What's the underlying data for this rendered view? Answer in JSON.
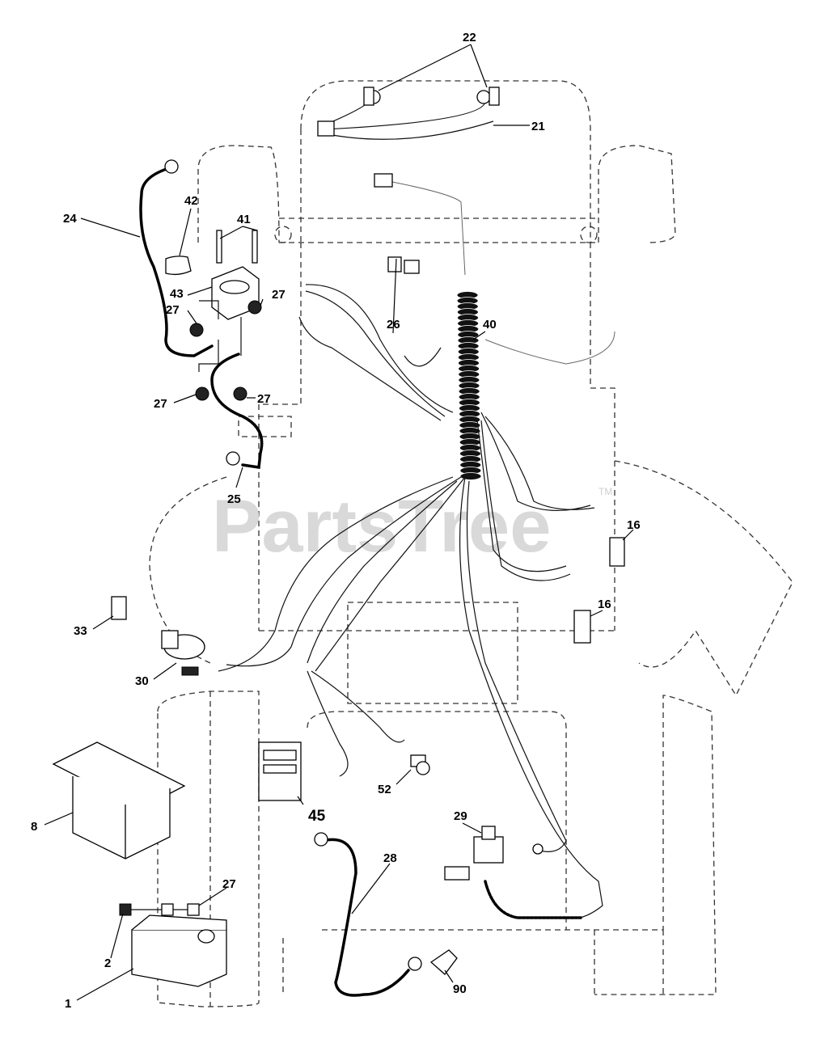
{
  "watermark": {
    "text": "PartsTree",
    "trademark": "TM"
  },
  "callouts": [
    {
      "id": "c22",
      "label": "22"
    },
    {
      "id": "c21",
      "label": "21"
    },
    {
      "id": "c24",
      "label": "24"
    },
    {
      "id": "c42",
      "label": "42"
    },
    {
      "id": "c41",
      "label": "41"
    },
    {
      "id": "c43",
      "label": "43"
    },
    {
      "id": "c27a",
      "label": "27"
    },
    {
      "id": "c27b",
      "label": "27"
    },
    {
      "id": "c27c",
      "label": "27"
    },
    {
      "id": "c27d",
      "label": "27"
    },
    {
      "id": "c26",
      "label": "26"
    },
    {
      "id": "c40",
      "label": "40"
    },
    {
      "id": "c25",
      "label": "25"
    },
    {
      "id": "c16a",
      "label": "16"
    },
    {
      "id": "c16b",
      "label": "16"
    },
    {
      "id": "c33",
      "label": "33"
    },
    {
      "id": "c30",
      "label": "30"
    },
    {
      "id": "c52",
      "label": "52"
    },
    {
      "id": "c45",
      "label": "45"
    },
    {
      "id": "c8",
      "label": "8"
    },
    {
      "id": "c29",
      "label": "29"
    },
    {
      "id": "c28",
      "label": "28"
    },
    {
      "id": "c27e",
      "label": "27"
    },
    {
      "id": "c2",
      "label": "2"
    },
    {
      "id": "c1",
      "label": "1"
    },
    {
      "id": "c90",
      "label": "90"
    }
  ]
}
